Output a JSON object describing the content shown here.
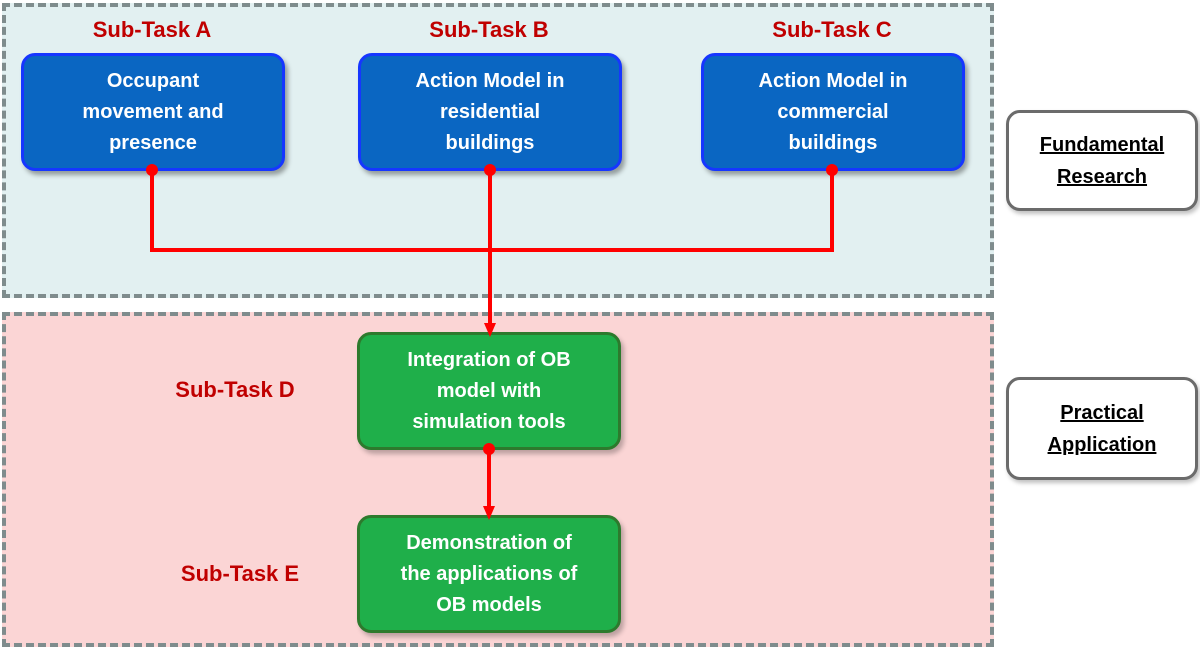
{
  "fundamental": {
    "label_line1": "Fundamental",
    "label_line2": "Research",
    "tasks": [
      {
        "label": "Sub-Task A",
        "text": "Occupant\nmovement and\npresence"
      },
      {
        "label": "Sub-Task B",
        "text": "Action Model in\nresidential\nbuildings"
      },
      {
        "label": "Sub-Task C",
        "text": "Action Model in\ncommercial\nbuildings"
      }
    ]
  },
  "practical": {
    "label_line1": "Practical",
    "label_line2": "Application",
    "tasks": [
      {
        "label": "Sub-Task D",
        "text": "Integration of OB\nmodel with\nsimulation tools"
      },
      {
        "label": "Sub-Task E",
        "text": "Demonstration of\nthe applications of\nOB models"
      }
    ]
  },
  "colors": {
    "connector": "#ff0000",
    "task_label": "#c00000",
    "blue_box": "#0a66c2",
    "green_box": "#1faf4a",
    "top_region": "#e2f0f1",
    "bottom_region": "#fbd5d5"
  }
}
